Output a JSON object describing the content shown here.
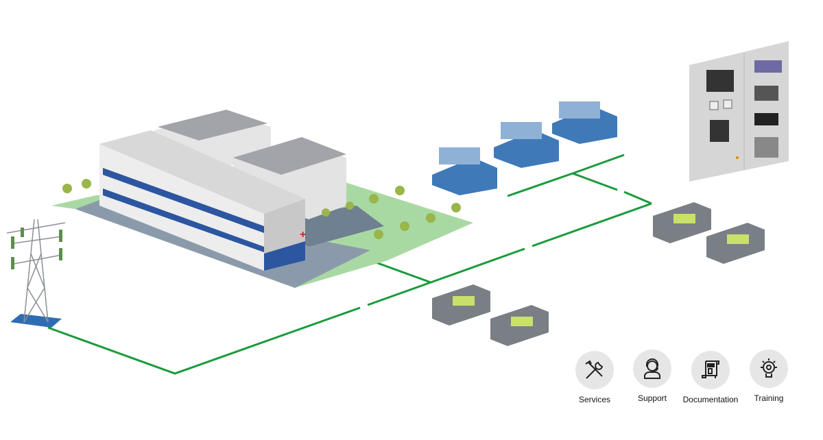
{
  "colors": {
    "line": "#1a9a3a",
    "lawn": "#a9d9a2",
    "engine": "#3f79b8",
    "cabinet": "#d6d6d6",
    "icon_bg": "#e6e6e6"
  },
  "services": [
    {
      "label": "Services",
      "icon": "tools-icon"
    },
    {
      "label": "Support",
      "icon": "headset-icon"
    },
    {
      "label": "Documentation",
      "icon": "document-icon"
    },
    {
      "label": "Training",
      "icon": "lightbulb-gear-icon"
    }
  ]
}
